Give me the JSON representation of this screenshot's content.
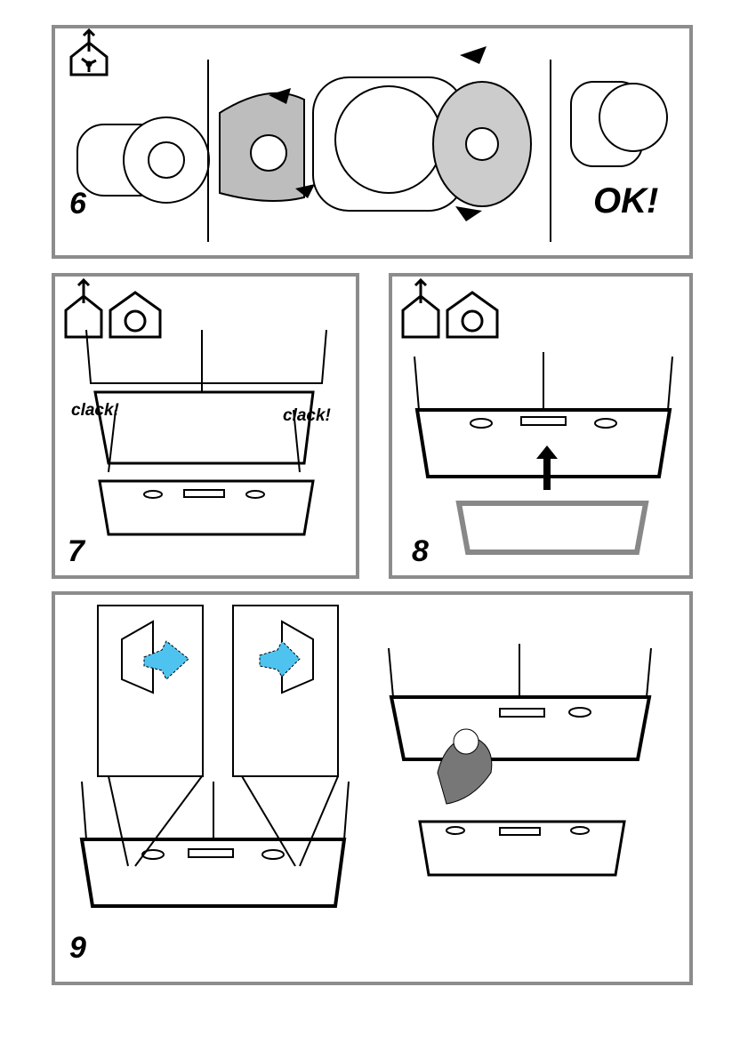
{
  "steps": {
    "step6": {
      "number": "6",
      "result": "OK!"
    },
    "step7": {
      "number": "7",
      "sound_left": "clack!",
      "sound_right": "clack!"
    },
    "step8": {
      "number": "8"
    },
    "step9": {
      "number": "9"
    }
  },
  "colors": {
    "border": "#8c8c8c",
    "accent_arrow": "#4fc3f0"
  },
  "icons": [
    "ducted-mode-icon",
    "recirculation-mode-icon"
  ]
}
